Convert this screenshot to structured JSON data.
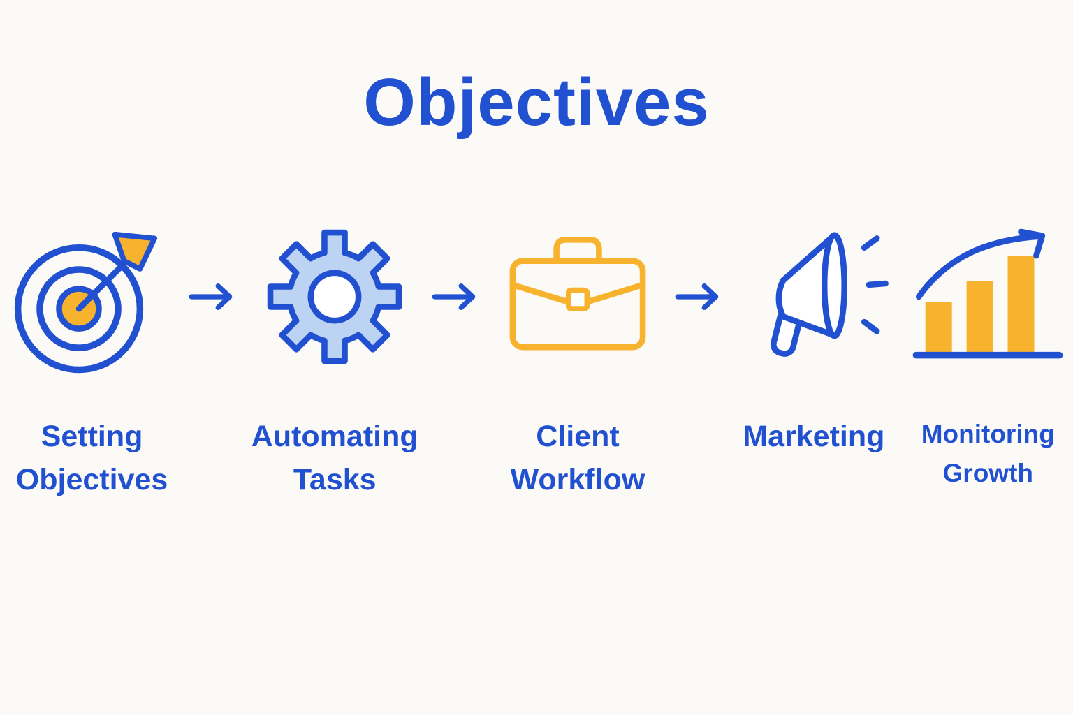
{
  "title": "Objectives",
  "colors": {
    "primary_blue": "#2151d1",
    "accent_yellow": "#f7b32e",
    "gear_fill": "#bdd3f4",
    "background": "#fbfaf6"
  },
  "steps": [
    {
      "label": "Setting Objectives",
      "icon": "target-icon"
    },
    {
      "label": "Automating Tasks",
      "icon": "gear-icon"
    },
    {
      "label": "Client Workflow",
      "icon": "briefcase-icon"
    },
    {
      "label": "Marketing",
      "icon": "megaphone-icon"
    },
    {
      "label": "Monitoring Growth",
      "icon": "bar-chart-icon"
    }
  ],
  "connectors": {
    "count": 3,
    "style": "right-arrow"
  }
}
